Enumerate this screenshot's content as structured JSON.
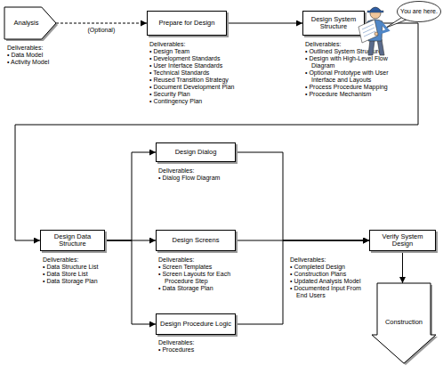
{
  "diagram": {
    "nodes": [
      {
        "text": [
          "Analysis",
          "Deliverables:",
          "• Data Model",
          "• Activity Model"
        ]
      },
      {
        "text": [
          "Prepare for Design",
          "Deliverables:",
          "• Design Team",
          "• Development Standards",
          "• User Interface Standards",
          "• Technical Standards",
          "• Reused Transition Strategy",
          "• Document Development Plan",
          "• Security Plan",
          "• Contingency Plan"
        ]
      },
      {
        "text": [
          "Design System Structure",
          "Deliverables:",
          "• Outlined System Structure",
          "• Design with High-Level Flow Diagram",
          "• Optional Prototype with User Interface and Layouts",
          "• Process Procedure Mapping",
          "• Procedure Mechanism"
        ]
      },
      {
        "text": [
          "You are here."
        ]
      },
      {
        "text": [
          "Design Data Structure",
          "Deliverables:",
          "• Data Structure List",
          "• Data Store List",
          "• Data Storage Plan"
        ]
      },
      {
        "text": [
          "Design Dialog",
          "Deliverables:",
          "• Dialog Flow Diagram"
        ]
      },
      {
        "text": [
          "Design Screens",
          "Deliverables:",
          "• Screen Templates",
          "• Screen Layouts for Each Procedure Step",
          "• Data Storage Plan"
        ]
      },
      {
        "text": [
          "Design Procedure Logic",
          "Deliverables:",
          "• Procedures"
        ]
      },
      {
        "text": [
          "Verify System Design",
          "Deliverables:",
          "• Completed Design",
          "• Construction Plans",
          "• Updated Analysis Model",
          "• Documented Input From End Users"
        ]
      },
      {
        "text": [
          "Construction"
        ]
      }
    ],
    "edges": [
      {
        "from": 0,
        "to": 1,
        "arrow": "to",
        "label": "(Optional)"
      },
      {
        "from": 1,
        "to": 2,
        "arrow": "to"
      },
      {
        "from": 2,
        "to": 4,
        "arrow": "to"
      },
      {
        "from": 4,
        "to": 5,
        "arrow": "to"
      },
      {
        "from": 4,
        "to": 6,
        "arrow": "to"
      },
      {
        "from": 4,
        "to": 7,
        "arrow": "to"
      },
      {
        "from": 5,
        "to": 8,
        "arrow": "to"
      },
      {
        "from": 6,
        "to": 8,
        "arrow": "to"
      },
      {
        "from": 7,
        "to": 8,
        "arrow": "to"
      },
      {
        "from": 8,
        "to": 9,
        "arrow": "to"
      }
    ]
  }
}
